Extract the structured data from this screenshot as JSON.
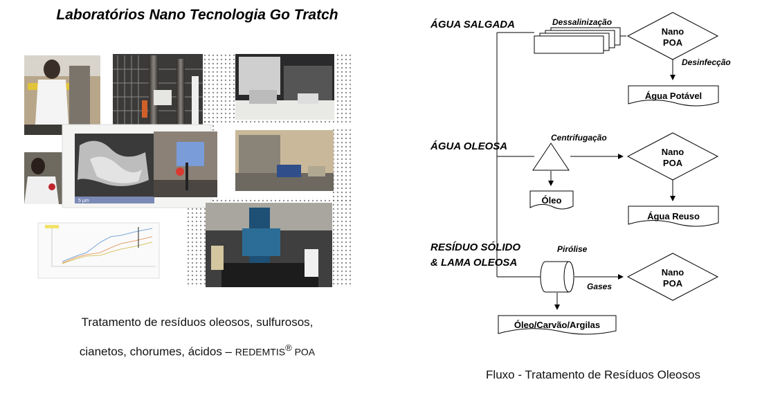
{
  "left": {
    "title": "Laboratórios Nano Tecnologia Go Tratch",
    "caption_line1": "Tratamento de resíduos oleosos, sulfurosos,",
    "caption_line2_prefix": "cianetos, chorumes, ácidos – ",
    "caption_line2_brand": "REDEMTIS",
    "caption_line2_registered": "®",
    "caption_line2_suffix": " POA",
    "micrograph_scale": "5 µm"
  },
  "flow": {
    "caption": "Fluxo - Tratamento de Resíduos Oleosos",
    "labels": {
      "agua_salgada": "ÁGUA SALGADA",
      "dessalinizacao": "Dessalinização",
      "nano1": "Nano",
      "poa1": "POA",
      "desinfeccao": "Desinfecção",
      "agua_potavel": "Água Potável",
      "agua_oleosa": "ÁGUA OLEOSA",
      "centrifugacao": "Centrifugação",
      "nano2": "Nano",
      "poa2": "POA",
      "oleo": "Óleo",
      "agua_reuso": "Água Reuso",
      "residuo_line1": "RESÍDUO SÓLIDO",
      "residuo_line2": "& LAMA OLEOSA",
      "pirolise": "Pirólise",
      "gases": "Gases",
      "nano3": "Nano",
      "poa3": "POA",
      "oleo_carvao": "Óleo/Carvão/Argilas"
    }
  }
}
